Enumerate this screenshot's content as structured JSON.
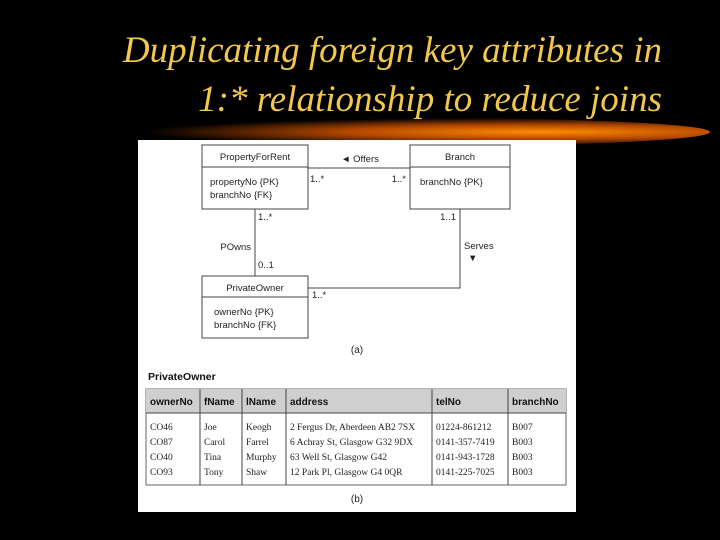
{
  "slide": {
    "title_line1": "Duplicating foreign key attributes in",
    "title_line2": "1:* relationship to reduce joins",
    "title_color": "#f2c84b",
    "glow_color": "#ff8c00"
  },
  "diagram": {
    "property": {
      "name": "PropertyForRent",
      "attr1": "propertyNo {PK}",
      "attr2": "branchNo {FK}"
    },
    "branch": {
      "name": "Branch",
      "attr1": "branchNo {PK}"
    },
    "owner": {
      "name": "PrivateOwner",
      "attr1": "ownerNo {PK}",
      "attr2": "branchNo {FK}"
    },
    "offers": {
      "label": "◄ Offers",
      "mult_property": "1..*",
      "mult_branch": "1..*"
    },
    "powns": {
      "label": "POwns",
      "mult_property": "1..*",
      "mult_owner": "0..1"
    },
    "serves": {
      "label": "Serves",
      "arrow": "▼",
      "mult_branch": "1..1",
      "mult_owner": "1..*"
    },
    "caption_a": "(a)"
  },
  "table": {
    "title": "PrivateOwner",
    "columns": [
      "ownerNo",
      "fName",
      "lName",
      "address",
      "telNo",
      "branchNo"
    ],
    "rows": [
      [
        "CO46",
        "Joe",
        "Keogh",
        "2 Fergus Dr, Aberdeen AB2 7SX",
        "01224-861212",
        "B007"
      ],
      [
        "CO87",
        "Carol",
        "Farrel",
        "6 Achray St, Glasgow G32 9DX",
        "0141-357-7419",
        "B003"
      ],
      [
        "CO40",
        "Tina",
        "Murphy",
        "63 Well St, Glasgow G42",
        "0141-943-1728",
        "B003"
      ],
      [
        "CO93",
        "Tony",
        "Shaw",
        "12 Park Pl, Glasgow G4 0QR",
        "0141-225-7025",
        "B003"
      ]
    ],
    "caption_b": "(b)"
  }
}
